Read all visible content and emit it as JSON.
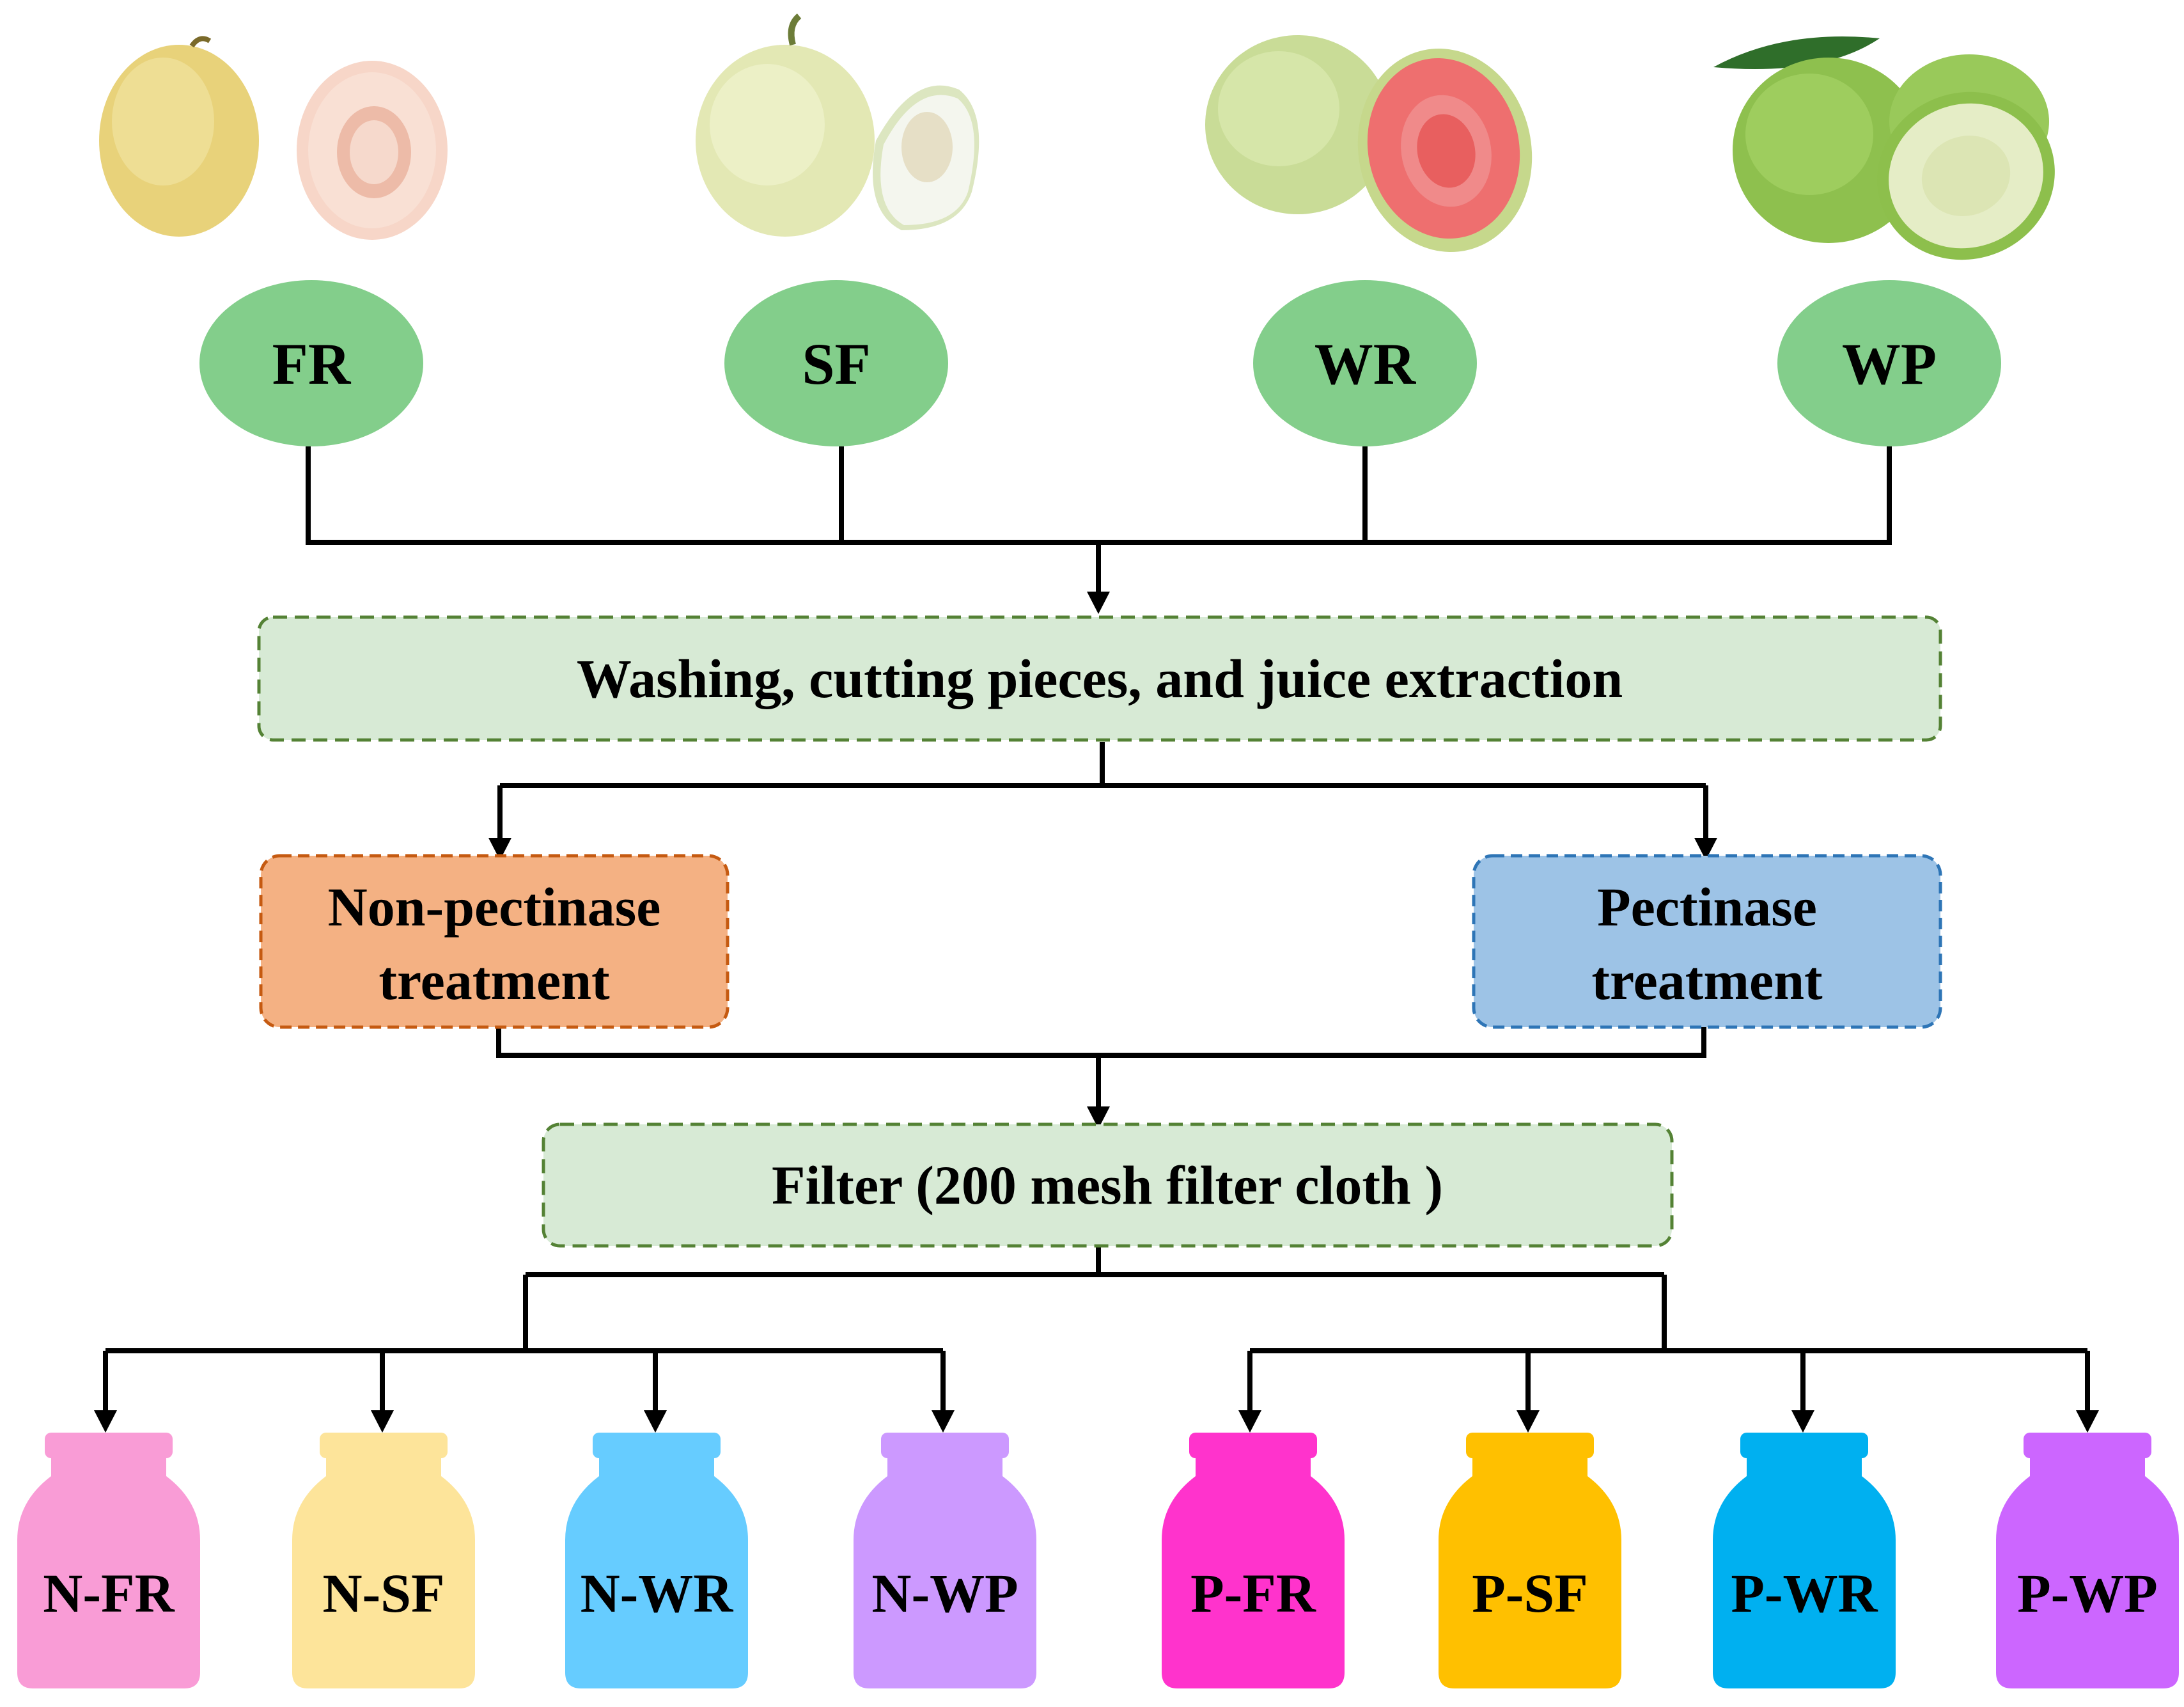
{
  "varieties": [
    {
      "label": "FR",
      "flesh": "pink"
    },
    {
      "label": "SF",
      "flesh": "white"
    },
    {
      "label": "WR",
      "flesh": "red"
    },
    {
      "label": "WP",
      "flesh": "white-green"
    }
  ],
  "steps": {
    "washing": "Washing, cutting pieces, and juice extraction",
    "non_pectinase_line1": "Non-pectinase",
    "non_pectinase_line2": "treatment",
    "pectinase_line1": "Pectinase",
    "pectinase_line2": "treatment",
    "filter": "Filter (200 mesh filter cloth )"
  },
  "bottles": [
    {
      "label": "N-FR",
      "color": "#F99CD6"
    },
    {
      "label": "N-SF",
      "color": "#FDE49A"
    },
    {
      "label": "N-WR",
      "color": "#66CCFF"
    },
    {
      "label": "N-WP",
      "color": "#CC99FF"
    },
    {
      "label": "P-FR",
      "color": "#FF33CC"
    },
    {
      "label": "P-SF",
      "color": "#FFC000"
    },
    {
      "label": "P-WR",
      "color": "#00B0F0"
    },
    {
      "label": "P-WP",
      "color": "#CC66FF"
    }
  ],
  "colors": {
    "ellipse_fill": "#83CE8B",
    "washing_fill": "#D7EAD5",
    "washing_border": "#548235",
    "non_pectinase_fill": "#F4B183",
    "non_pectinase_border": "#C55A11",
    "pectinase_fill": "#9DC3E6",
    "pectinase_border": "#2E75B6",
    "filter_fill": "#D7EAD5",
    "filter_border": "#548235",
    "line": "#000000"
  }
}
